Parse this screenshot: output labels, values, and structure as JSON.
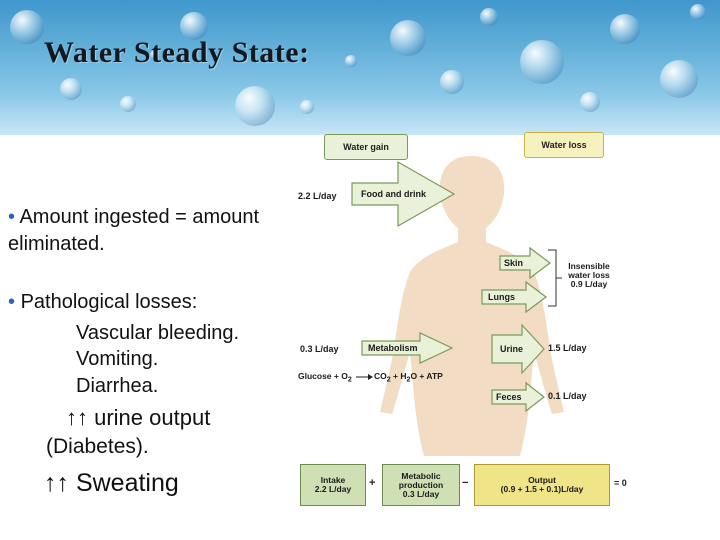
{
  "title": "Water Steady State:",
  "bullets": {
    "b1_line1": "Amount ingested = amount",
    "b1_line2": "eliminated.",
    "b2_head": "Pathological  losses:",
    "b2_items": [
      "Vascular bleeding.",
      "Vomiting.",
      "Diarrhea."
    ],
    "b2_urine_line1": "↑↑ urine output",
    "b2_urine_line2": "(Diabetes).",
    "b2_sweat": "↑↑ Sweating"
  },
  "figure": {
    "water_gain": "Water gain",
    "water_loss": "Water loss",
    "food_rate": "2.2 L/day",
    "food_label": "Food and drink",
    "metab_rate": "0.3 L/day",
    "metab_label": "Metabolism",
    "equation": {
      "a": "Glucose + O",
      "a_sub": "2",
      "b": "CO",
      "b_sub": "2",
      "c": " + H",
      "c_sub": "2",
      "d": "O + ATP"
    },
    "skin": "Skin",
    "lungs": "Lungs",
    "insensible_1": "Insensible",
    "insensible_2": "water loss",
    "insensible_3": "0.9 L/day",
    "urine": "Urine",
    "urine_rate": "1.5 L/day",
    "feces": "Feces",
    "feces_rate": "0.1 L/day"
  },
  "summary": {
    "intake_1": "Intake",
    "intake_2": "2.2 L/day",
    "plus": "+",
    "metab_1": "Metabolic",
    "metab_2": "production",
    "metab_3": "0.3 L/day",
    "minus": "−",
    "output_1": "Output",
    "output_2": "(0.9 + 1.5 + 0.1)L/day",
    "equals": "= 0"
  },
  "colors": {
    "bullet": "#2a62b5",
    "gain_box": "#e9f2d8",
    "loss_box": "#f7f1c0",
    "silhouette": "#f3dcc4",
    "arrow": "#d9e7c3"
  }
}
